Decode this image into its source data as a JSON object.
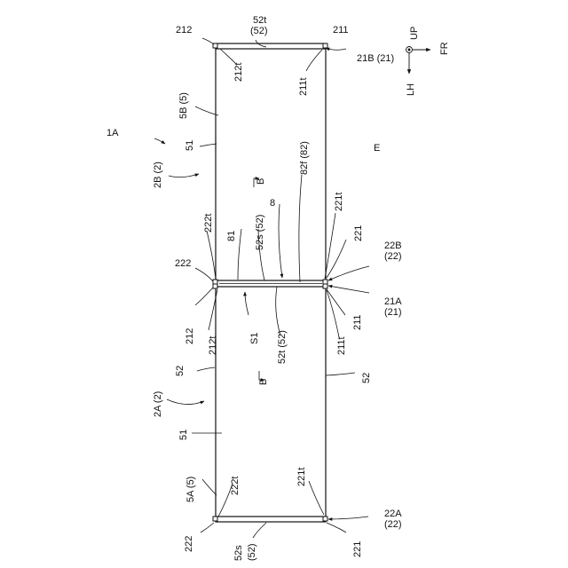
{
  "labels": {
    "l_212_top": "212",
    "l_52t_top": "52t",
    "l_52_top": "(52)",
    "l_211_top": "211",
    "l_212t_top": "212t",
    "l_211t_top": "211t",
    "l_21B": "21B (21)",
    "l_UP": "UP",
    "l_FR": "FR",
    "l_LH": "LH",
    "l_5B": "5B (5)",
    "l_1A": "1A",
    "l_51_upper": "51",
    "l_E": "E",
    "l_82f": "82f (82)",
    "l_2B": "2B (2)",
    "l_B_upper": "B",
    "l_8": "8",
    "l_221t_upper": "221t",
    "l_222t_upper": "222t",
    "l_81": "81",
    "l_52s_upper": "52s (52)",
    "l_221_upper": "221",
    "l_22B": "22B",
    "l_22B_paren": "(22)",
    "l_222_mid": "222",
    "l_21A": "21A",
    "l_21A_paren": "(21)",
    "l_212_mid": "212",
    "l_S1": "S1",
    "l_211_mid": "211",
    "l_212t_mid": "212t",
    "l_52t_mid": "52t (52)",
    "l_211t_mid": "211t",
    "l_52_left": "52",
    "l_B_lower": "B",
    "l_52_right": "52",
    "l_2A": "2A (2)",
    "l_51_lower": "51",
    "l_5A": "5A (5)",
    "l_222t_bottom": "222t",
    "l_221t_bottom": "221t",
    "l_22A": "22A",
    "l_22A_paren": "(22)",
    "l_222_bottom": "222",
    "l_52s_bottom": "52s",
    "l_52_bottom": "(52)",
    "l_221_bottom": "221"
  }
}
